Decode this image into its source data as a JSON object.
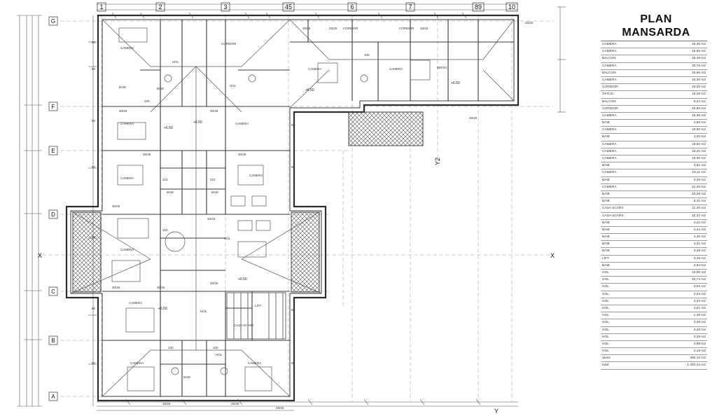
{
  "title_line1": "PLAN",
  "title_line2": "MANSARDA",
  "grid": {
    "columns": [
      "1",
      "2",
      "3",
      "45",
      "6",
      "7",
      "89",
      "10"
    ],
    "rows": [
      "G",
      "F",
      "E",
      "D",
      "C",
      "B",
      "A"
    ],
    "axis_x": "X",
    "axis_y": "Y",
    "axis_y2": "Y2"
  },
  "labels": {
    "camera": "CAMERA",
    "hol": "HOL",
    "baie": "BAIE",
    "coridor": "CORIDOR",
    "birou": "BIROU",
    "lift": "LIFT",
    "casa_scarii": "CASA SCARII",
    "level": "+6.50",
    "w90": "90",
    "w100": "100",
    "w210": "210",
    "d3045": "30/45",
    "d2525": "25/25",
    "d3025": "30/25",
    "d2545": "25/45"
  },
  "rooms": [
    {
      "name": "CAMERA",
      "area": "19,36 m2"
    },
    {
      "name": "CAMERA",
      "area": "15,95 m2"
    },
    {
      "name": "BALCON",
      "area": "15,48 m2"
    },
    {
      "name": "CAMERA",
      "area": "30,76 m2"
    },
    {
      "name": "BALCON",
      "area": "15,95 m2"
    },
    {
      "name": "CAMERA",
      "area": "16,30 m2"
    },
    {
      "name": "CORIDOR",
      "area": "20,20 m2"
    },
    {
      "name": "OFICIU",
      "area": "16,28 m2"
    },
    {
      "name": "BALCON",
      "area": "9,24 m2"
    },
    {
      "name": "CORIDOR",
      "area": "10,90 m2"
    },
    {
      "name": "CAMERA",
      "area": "15,36 m2"
    },
    {
      "name": "BAIE",
      "area": "4,50 m2"
    },
    {
      "name": "CAMERA",
      "area": "19,90 m2"
    },
    {
      "name": "BAIE",
      "area": "4,20 m2"
    },
    {
      "name": "CAMERA",
      "area": "18,82 m2"
    },
    {
      "name": "CAMERA",
      "area": "18,20 m2"
    },
    {
      "name": "CAMERA",
      "area": "19,06 m2"
    },
    {
      "name": "BAIE",
      "area": "3,61 m2"
    },
    {
      "name": "CAMERA",
      "area": "18,11 m2"
    },
    {
      "name": "BAIE",
      "area": "3,29 m2"
    },
    {
      "name": "CAMERA",
      "area": "22,20 m2"
    },
    {
      "name": "BAIE",
      "area": "22,29 m2"
    },
    {
      "name": "BAIE",
      "area": "5,41 m2"
    },
    {
      "name": "CASA SCARII",
      "area": "11,40 m2"
    },
    {
      "name": "CASA SCARII",
      "area": "10,37 m2"
    },
    {
      "name": "BAIE",
      "area": "4,22 m2"
    },
    {
      "name": "BAIE",
      "area": "4,44 m2"
    },
    {
      "name": "BAIE",
      "area": "4,40 m2"
    },
    {
      "name": "BAIE",
      "area": "4,21 m2"
    },
    {
      "name": "BAIE",
      "area": "3,49 m2"
    },
    {
      "name": "LIFT",
      "area": "3,49 m2"
    },
    {
      "name": "BAIE",
      "area": "3,84 m2"
    },
    {
      "name": "HOL",
      "area": "10,00 m2"
    },
    {
      "name": "HOL",
      "area": "20,74 m2"
    },
    {
      "name": "HOL",
      "area": "3,62 m2"
    },
    {
      "name": "HOL",
      "area": "3,04 m2"
    },
    {
      "name": "HOL",
      "area": "3,04 m2"
    },
    {
      "name": "HOL",
      "area": "4,01 m2"
    },
    {
      "name": "HOL",
      "area": "1,49 m2"
    },
    {
      "name": "HOL",
      "area": "3,29 m2"
    },
    {
      "name": "HOL",
      "area": "3,29 m2"
    },
    {
      "name": "HOL",
      "area": "3,29 m2"
    },
    {
      "name": "HOL",
      "area": "2,89 m2"
    },
    {
      "name": "HOL",
      "area": "3,19 m2"
    },
    {
      "name": "atuns",
      "area": "490,10 m2"
    },
    {
      "name": "total",
      "area": "1 340,24 m2"
    }
  ],
  "colors": {
    "line": "#3a3a3a",
    "light": "#8a8a8a",
    "hatch": "#555555"
  }
}
